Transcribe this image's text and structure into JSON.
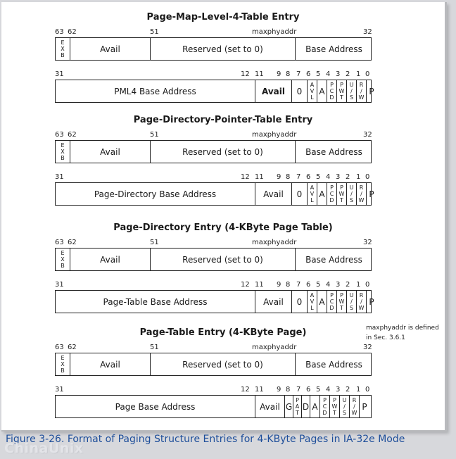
{
  "sections": [
    {
      "title": "Page-Map-Level-4-Table Entry",
      "upper": {
        "bits": [
          "63",
          "62",
          "51",
          "maxphyaddr",
          "32"
        ],
        "fields": [
          {
            "label": "E\nX\nB",
            "vertical": true
          },
          {
            "label": "Avail"
          },
          {
            "label": "Reserved (set to 0)"
          },
          {
            "label": "Base Address"
          }
        ]
      },
      "lower": {
        "bits": [
          "31",
          "12",
          "11",
          "9",
          "8",
          "7",
          "6",
          "5",
          "4",
          "3",
          "2",
          "1",
          "0"
        ],
        "fields": [
          {
            "label": "PML4 Base Address"
          },
          {
            "label": "Avail",
            "bold": true
          },
          {
            "label": "0"
          },
          {
            "label": "A\nV\nL",
            "vertical": true
          },
          {
            "label": "A"
          },
          {
            "label": "P\nC\nD",
            "vertical": true
          },
          {
            "label": "P\nW\nT",
            "vertical": true
          },
          {
            "label": "U\n/\nS",
            "vertical": true
          },
          {
            "label": "R\n/\nW",
            "vertical": true
          },
          {
            "label": "P"
          }
        ]
      }
    },
    {
      "title": "Page-Directory-Pointer-Table Entry",
      "upper": {
        "bits": [
          "63",
          "62",
          "51",
          "maxphyaddr",
          "32"
        ],
        "fields": [
          {
            "label": "E\nX\nB",
            "vertical": true
          },
          {
            "label": "Avail"
          },
          {
            "label": "Reserved (set to 0)"
          },
          {
            "label": "Base Address"
          }
        ]
      },
      "lower": {
        "bits": [
          "31",
          "12",
          "11",
          "9",
          "8",
          "7",
          "6",
          "5",
          "4",
          "3",
          "2",
          "1",
          "0"
        ],
        "fields": [
          {
            "label": "Page-Directory Base Address"
          },
          {
            "label": "Avail"
          },
          {
            "label": "0"
          },
          {
            "label": "A\nV\nL",
            "vertical": true
          },
          {
            "label": "A"
          },
          {
            "label": "P\nC\nD",
            "vertical": true
          },
          {
            "label": "P\nW\nT",
            "vertical": true
          },
          {
            "label": "U\n/\nS",
            "vertical": true
          },
          {
            "label": "R\n/\nW",
            "vertical": true
          },
          {
            "label": "P"
          }
        ]
      }
    },
    {
      "title": "Page-Directory Entry (4-KByte Page Table)",
      "upper": {
        "bits": [
          "63",
          "62",
          "51",
          "maxphyaddr",
          "32"
        ],
        "fields": [
          {
            "label": "E\nX\nB",
            "vertical": true
          },
          {
            "label": "Avail"
          },
          {
            "label": "Reserved (set to 0)"
          },
          {
            "label": "Base Address"
          }
        ]
      },
      "lower": {
        "bits": [
          "31",
          "12",
          "11",
          "9",
          "8",
          "7",
          "6",
          "5",
          "4",
          "3",
          "2",
          "1",
          "0"
        ],
        "fields": [
          {
            "label": "Page-Table Base Address"
          },
          {
            "label": "Avail"
          },
          {
            "label": "0"
          },
          {
            "label": "A\nV\nL",
            "vertical": true
          },
          {
            "label": "A"
          },
          {
            "label": "P\nC\nD",
            "vertical": true
          },
          {
            "label": "P\nW\nT",
            "vertical": true
          },
          {
            "label": "U\n/\nS",
            "vertical": true
          },
          {
            "label": "R\n/\nW",
            "vertical": true
          },
          {
            "label": "P"
          }
        ]
      }
    },
    {
      "title": "Page-Table Entry (4-KByte Page)",
      "upper": {
        "bits": [
          "63",
          "62",
          "51",
          "maxphyaddr",
          "32"
        ],
        "fields": [
          {
            "label": "E\nX\nB",
            "vertical": true
          },
          {
            "label": "Avail"
          },
          {
            "label": "Reserved (set to 0)"
          },
          {
            "label": "Base Address"
          }
        ]
      },
      "lower": {
        "bits": [
          "31",
          "12",
          "11",
          "9",
          "8",
          "7",
          "6",
          "5",
          "4",
          "3",
          "2",
          "1",
          "0"
        ],
        "fields": [
          {
            "label": "Page Base Address"
          },
          {
            "label": "Avail"
          },
          {
            "label": "G"
          },
          {
            "label": "P\nA\nT",
            "vertical": true
          },
          {
            "label": "D"
          },
          {
            "label": "A"
          },
          {
            "label": "P\nC\nD",
            "vertical": true
          },
          {
            "label": "P\nW\nT",
            "vertical": true
          },
          {
            "label": "U\n/\nS",
            "vertical": true
          },
          {
            "label": "R\n/\nW",
            "vertical": true
          },
          {
            "label": "P"
          }
        ]
      }
    }
  ],
  "note": "maxphyaddr is defined in Sec. 3.6.1",
  "caption": "Figure 3-26.  Format of Paging Structure Entries for 4-KByte Pages in IA-32e Mode",
  "watermark": "ChinaUnix",
  "colors": {
    "caption": "#1e4e9a",
    "border": "#222222",
    "background": "#d7d8dc"
  }
}
